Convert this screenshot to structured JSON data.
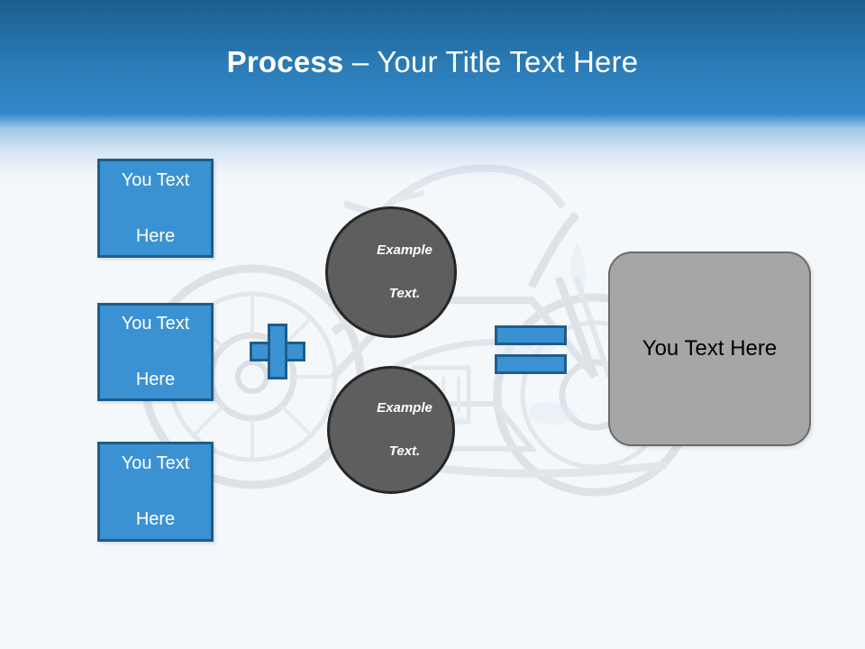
{
  "slide": {
    "title": {
      "strong": "Process",
      "separator": " – ",
      "light": "Your Title Text Here"
    },
    "background_watermark": "motorcycle-watermark"
  },
  "colors": {
    "header_blue_dark": "#1b5e8e",
    "header_blue_light": "#3389cc",
    "accent_blue": "#3b92d2",
    "accent_blue_border": "#1f5c8b",
    "circle_gray": "#5e5e5e",
    "circle_border": "#262626",
    "result_gray": "#a6a6a6",
    "result_border": "#6b6b6b",
    "body_background": "#f4f8fb",
    "text_white": "#ffffff",
    "text_black": "#000000"
  },
  "inputs": [
    {
      "line1": "You Text",
      "line2": "Here"
    },
    {
      "line1": "You Text",
      "line2": "Here"
    },
    {
      "line1": "You Text",
      "line2": "Here"
    }
  ],
  "circles": [
    {
      "line1": "Example",
      "line2": "Text."
    },
    {
      "line1": "Example",
      "line2": "Text."
    }
  ],
  "operators": {
    "plus": "+",
    "equals": "="
  },
  "result": {
    "label": "You Text Here"
  }
}
